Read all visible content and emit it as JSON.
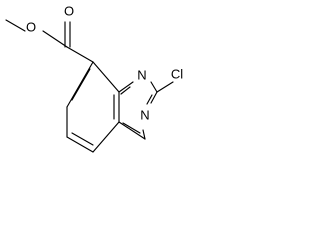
{
  "molecule": {
    "atoms": {
      "ester_oxygen": "O",
      "carbonyl_oxygen": "O",
      "ring_nitrogen_1": "N",
      "ring_nitrogen_3": "N",
      "chlorine": "Cl"
    }
  },
  "colors": {
    "bond": "#000000",
    "label": "#000000",
    "background": "#ffffff"
  }
}
